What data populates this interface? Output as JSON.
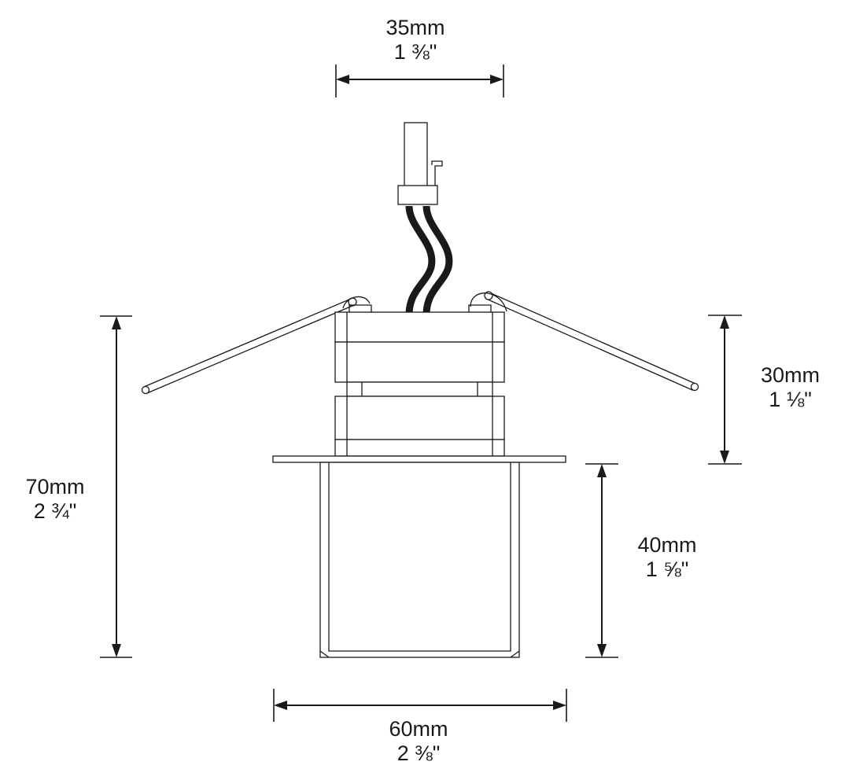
{
  "dimensions": {
    "top_width": {
      "metric": "35mm",
      "imperial": "1 ⅜\""
    },
    "overall_height": {
      "metric": "70mm",
      "imperial": "2 ¾\""
    },
    "housing_height": {
      "metric": "30mm",
      "imperial": "1 ⅛\""
    },
    "body_height": {
      "metric": "40mm",
      "imperial": "1 ⅝\""
    },
    "bezel_width": {
      "metric": "60mm",
      "imperial": "2 ⅜\""
    }
  }
}
